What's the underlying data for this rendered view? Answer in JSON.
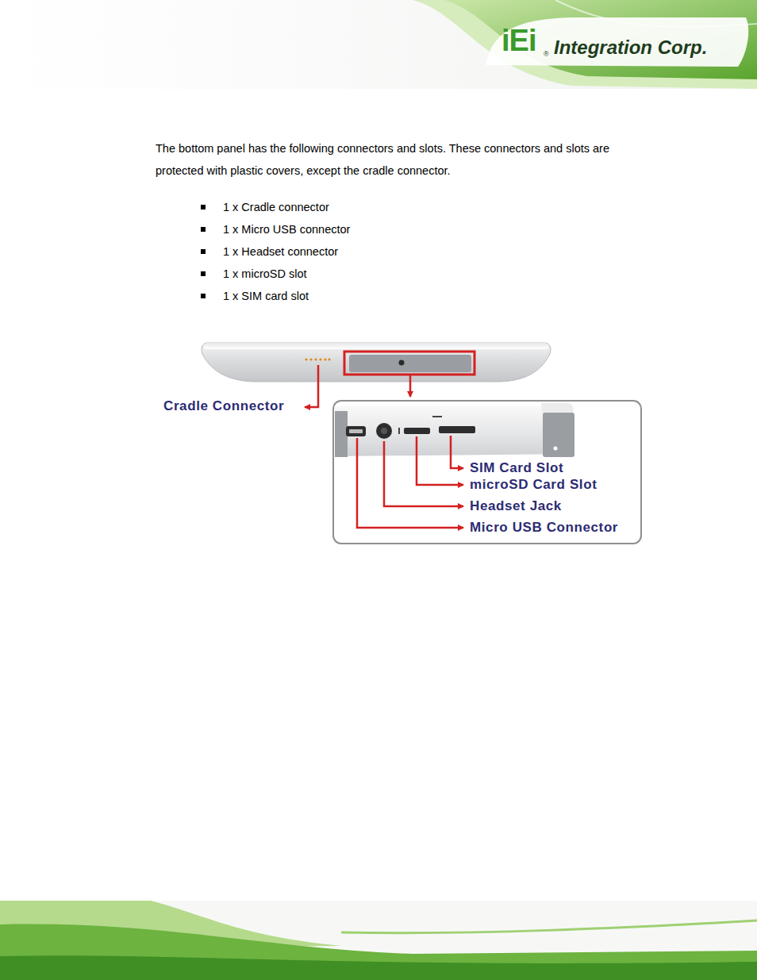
{
  "diagram": {
    "labels": [
      "iEi",
      "®",
      "Integration Corp.",
      "The bottom panel has the following connectors and slots. These connectors and slots are protected with plastic covers, except the cradle connector.",
      "1 x Cradle connector",
      "1 x Micro USB connector",
      "1 x Headset connector",
      "1 x microSD slot",
      "1 x SIM card slot",
      "Cradle Connector",
      "SIM Card Slot",
      "microSD Card Slot",
      "Headset Jack",
      "Micro USB Connector"
    ]
  }
}
